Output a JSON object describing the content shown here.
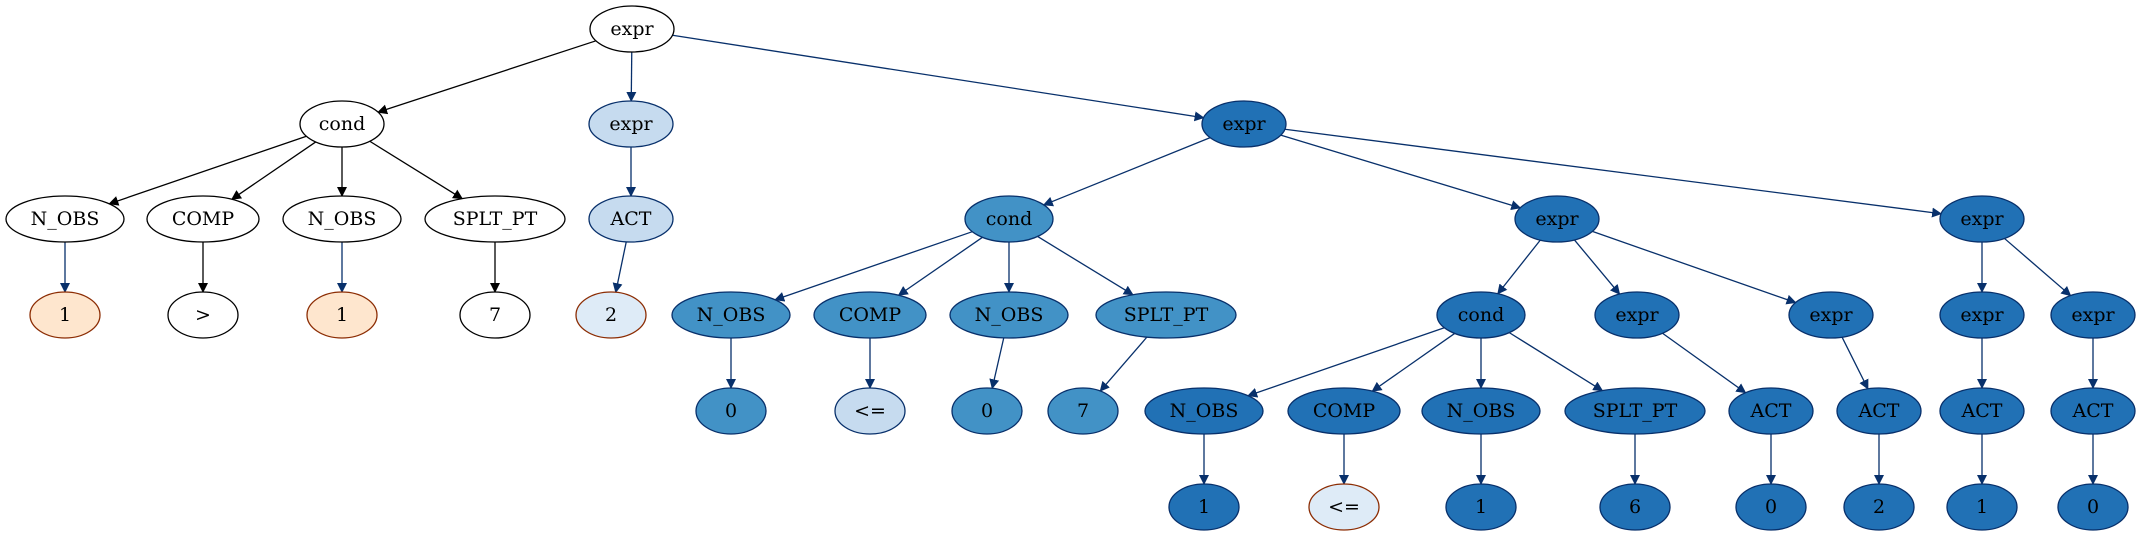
{
  "colors": {
    "white": "#ffffff",
    "peach": "#fee6ce",
    "pale_blue": "#deebf7",
    "light_blue": "#c6dbef",
    "mid_blue": "#4292c6",
    "blue": "#2171b5",
    "outline_black": "#000000",
    "outline_brown": "#8c2d04",
    "outline_navy": "#08306b"
  },
  "nodes": [
    {
      "id": "n0",
      "label": "expr",
      "fill": "white",
      "outline": "outline_black"
    },
    {
      "id": "n1",
      "label": "cond",
      "fill": "white",
      "outline": "outline_black"
    },
    {
      "id": "n2",
      "label": "expr",
      "fill": "light_blue",
      "outline": "outline_navy"
    },
    {
      "id": "n3",
      "label": "expr",
      "fill": "blue",
      "outline": "outline_navy"
    },
    {
      "id": "n4",
      "label": "N_OBS",
      "fill": "white",
      "outline": "outline_black"
    },
    {
      "id": "n5",
      "label": "COMP",
      "fill": "white",
      "outline": "outline_black"
    },
    {
      "id": "n6",
      "label": "N_OBS",
      "fill": "white",
      "outline": "outline_black"
    },
    {
      "id": "n7",
      "label": "SPLT_PT",
      "fill": "white",
      "outline": "outline_black"
    },
    {
      "id": "n8",
      "label": "ACT",
      "fill": "light_blue",
      "outline": "outline_navy"
    },
    {
      "id": "n9",
      "label": "cond",
      "fill": "mid_blue",
      "outline": "outline_navy"
    },
    {
      "id": "n10",
      "label": "expr",
      "fill": "blue",
      "outline": "outline_navy"
    },
    {
      "id": "n11",
      "label": "expr",
      "fill": "blue",
      "outline": "outline_navy"
    },
    {
      "id": "n12",
      "label": "1",
      "fill": "peach",
      "outline": "outline_brown"
    },
    {
      "id": "n13",
      "label": ">",
      "fill": "white",
      "outline": "outline_black"
    },
    {
      "id": "n14",
      "label": "1",
      "fill": "peach",
      "outline": "outline_brown"
    },
    {
      "id": "n15",
      "label": "7",
      "fill": "white",
      "outline": "outline_black"
    },
    {
      "id": "n16",
      "label": "2",
      "fill": "pale_blue",
      "outline": "outline_brown"
    },
    {
      "id": "n17",
      "label": "N_OBS",
      "fill": "mid_blue",
      "outline": "outline_navy"
    },
    {
      "id": "n18",
      "label": "COMP",
      "fill": "mid_blue",
      "outline": "outline_navy"
    },
    {
      "id": "n19",
      "label": "N_OBS",
      "fill": "mid_blue",
      "outline": "outline_navy"
    },
    {
      "id": "n20",
      "label": "SPLT_PT",
      "fill": "mid_blue",
      "outline": "outline_navy"
    },
    {
      "id": "n21",
      "label": "cond",
      "fill": "blue",
      "outline": "outline_navy"
    },
    {
      "id": "n22",
      "label": "expr",
      "fill": "blue",
      "outline": "outline_navy"
    },
    {
      "id": "n23",
      "label": "expr",
      "fill": "blue",
      "outline": "outline_navy"
    },
    {
      "id": "n24",
      "label": "expr",
      "fill": "blue",
      "outline": "outline_navy"
    },
    {
      "id": "n25",
      "label": "expr",
      "fill": "blue",
      "outline": "outline_navy"
    },
    {
      "id": "n26",
      "label": "0",
      "fill": "mid_blue",
      "outline": "outline_navy"
    },
    {
      "id": "n27",
      "label": "<=",
      "fill": "light_blue",
      "outline": "outline_navy"
    },
    {
      "id": "n28",
      "label": "0",
      "fill": "mid_blue",
      "outline": "outline_navy"
    },
    {
      "id": "n29",
      "label": "7",
      "fill": "mid_blue",
      "outline": "outline_navy"
    },
    {
      "id": "n30",
      "label": "N_OBS",
      "fill": "blue",
      "outline": "outline_navy"
    },
    {
      "id": "n31",
      "label": "COMP",
      "fill": "blue",
      "outline": "outline_navy"
    },
    {
      "id": "n32",
      "label": "N_OBS",
      "fill": "blue",
      "outline": "outline_navy"
    },
    {
      "id": "n33",
      "label": "SPLT_PT",
      "fill": "blue",
      "outline": "outline_navy"
    },
    {
      "id": "n34",
      "label": "ACT",
      "fill": "blue",
      "outline": "outline_navy"
    },
    {
      "id": "n35",
      "label": "ACT",
      "fill": "blue",
      "outline": "outline_navy"
    },
    {
      "id": "n36",
      "label": "ACT",
      "fill": "blue",
      "outline": "outline_navy"
    },
    {
      "id": "n37",
      "label": "ACT",
      "fill": "blue",
      "outline": "outline_navy"
    },
    {
      "id": "n38",
      "label": "1",
      "fill": "blue",
      "outline": "outline_navy"
    },
    {
      "id": "n39",
      "label": "<=",
      "fill": "pale_blue",
      "outline": "outline_brown"
    },
    {
      "id": "n40",
      "label": "1",
      "fill": "blue",
      "outline": "outline_navy"
    },
    {
      "id": "n41",
      "label": "6",
      "fill": "blue",
      "outline": "outline_navy"
    },
    {
      "id": "n42",
      "label": "0",
      "fill": "blue",
      "outline": "outline_navy"
    },
    {
      "id": "n43",
      "label": "2",
      "fill": "blue",
      "outline": "outline_navy"
    },
    {
      "id": "n44",
      "label": "1",
      "fill": "blue",
      "outline": "outline_navy"
    },
    {
      "id": "n45",
      "label": "0",
      "fill": "blue",
      "outline": "outline_navy"
    }
  ],
  "edges": [
    [
      "n0",
      "n1"
    ],
    [
      "n0",
      "n2"
    ],
    [
      "n0",
      "n3"
    ],
    [
      "n1",
      "n4"
    ],
    [
      "n1",
      "n5"
    ],
    [
      "n1",
      "n6"
    ],
    [
      "n1",
      "n7"
    ],
    [
      "n4",
      "n12"
    ],
    [
      "n5",
      "n13"
    ],
    [
      "n6",
      "n14"
    ],
    [
      "n7",
      "n15"
    ],
    [
      "n2",
      "n8"
    ],
    [
      "n8",
      "n16"
    ],
    [
      "n3",
      "n9"
    ],
    [
      "n3",
      "n10"
    ],
    [
      "n3",
      "n11"
    ],
    [
      "n9",
      "n17"
    ],
    [
      "n9",
      "n18"
    ],
    [
      "n9",
      "n19"
    ],
    [
      "n9",
      "n20"
    ],
    [
      "n17",
      "n26"
    ],
    [
      "n18",
      "n27"
    ],
    [
      "n19",
      "n28"
    ],
    [
      "n20",
      "n29"
    ],
    [
      "n10",
      "n21"
    ],
    [
      "n10",
      "n22"
    ],
    [
      "n10",
      "n23"
    ],
    [
      "n21",
      "n30"
    ],
    [
      "n21",
      "n31"
    ],
    [
      "n21",
      "n32"
    ],
    [
      "n21",
      "n33"
    ],
    [
      "n30",
      "n38"
    ],
    [
      "n31",
      "n39"
    ],
    [
      "n32",
      "n40"
    ],
    [
      "n33",
      "n41"
    ],
    [
      "n22",
      "n34"
    ],
    [
      "n34",
      "n42"
    ],
    [
      "n23",
      "n35"
    ],
    [
      "n35",
      "n43"
    ],
    [
      "n11",
      "n24"
    ],
    [
      "n11",
      "n25"
    ],
    [
      "n24",
      "n36"
    ],
    [
      "n36",
      "n44"
    ],
    [
      "n25",
      "n37"
    ],
    [
      "n37",
      "n45"
    ]
  ]
}
